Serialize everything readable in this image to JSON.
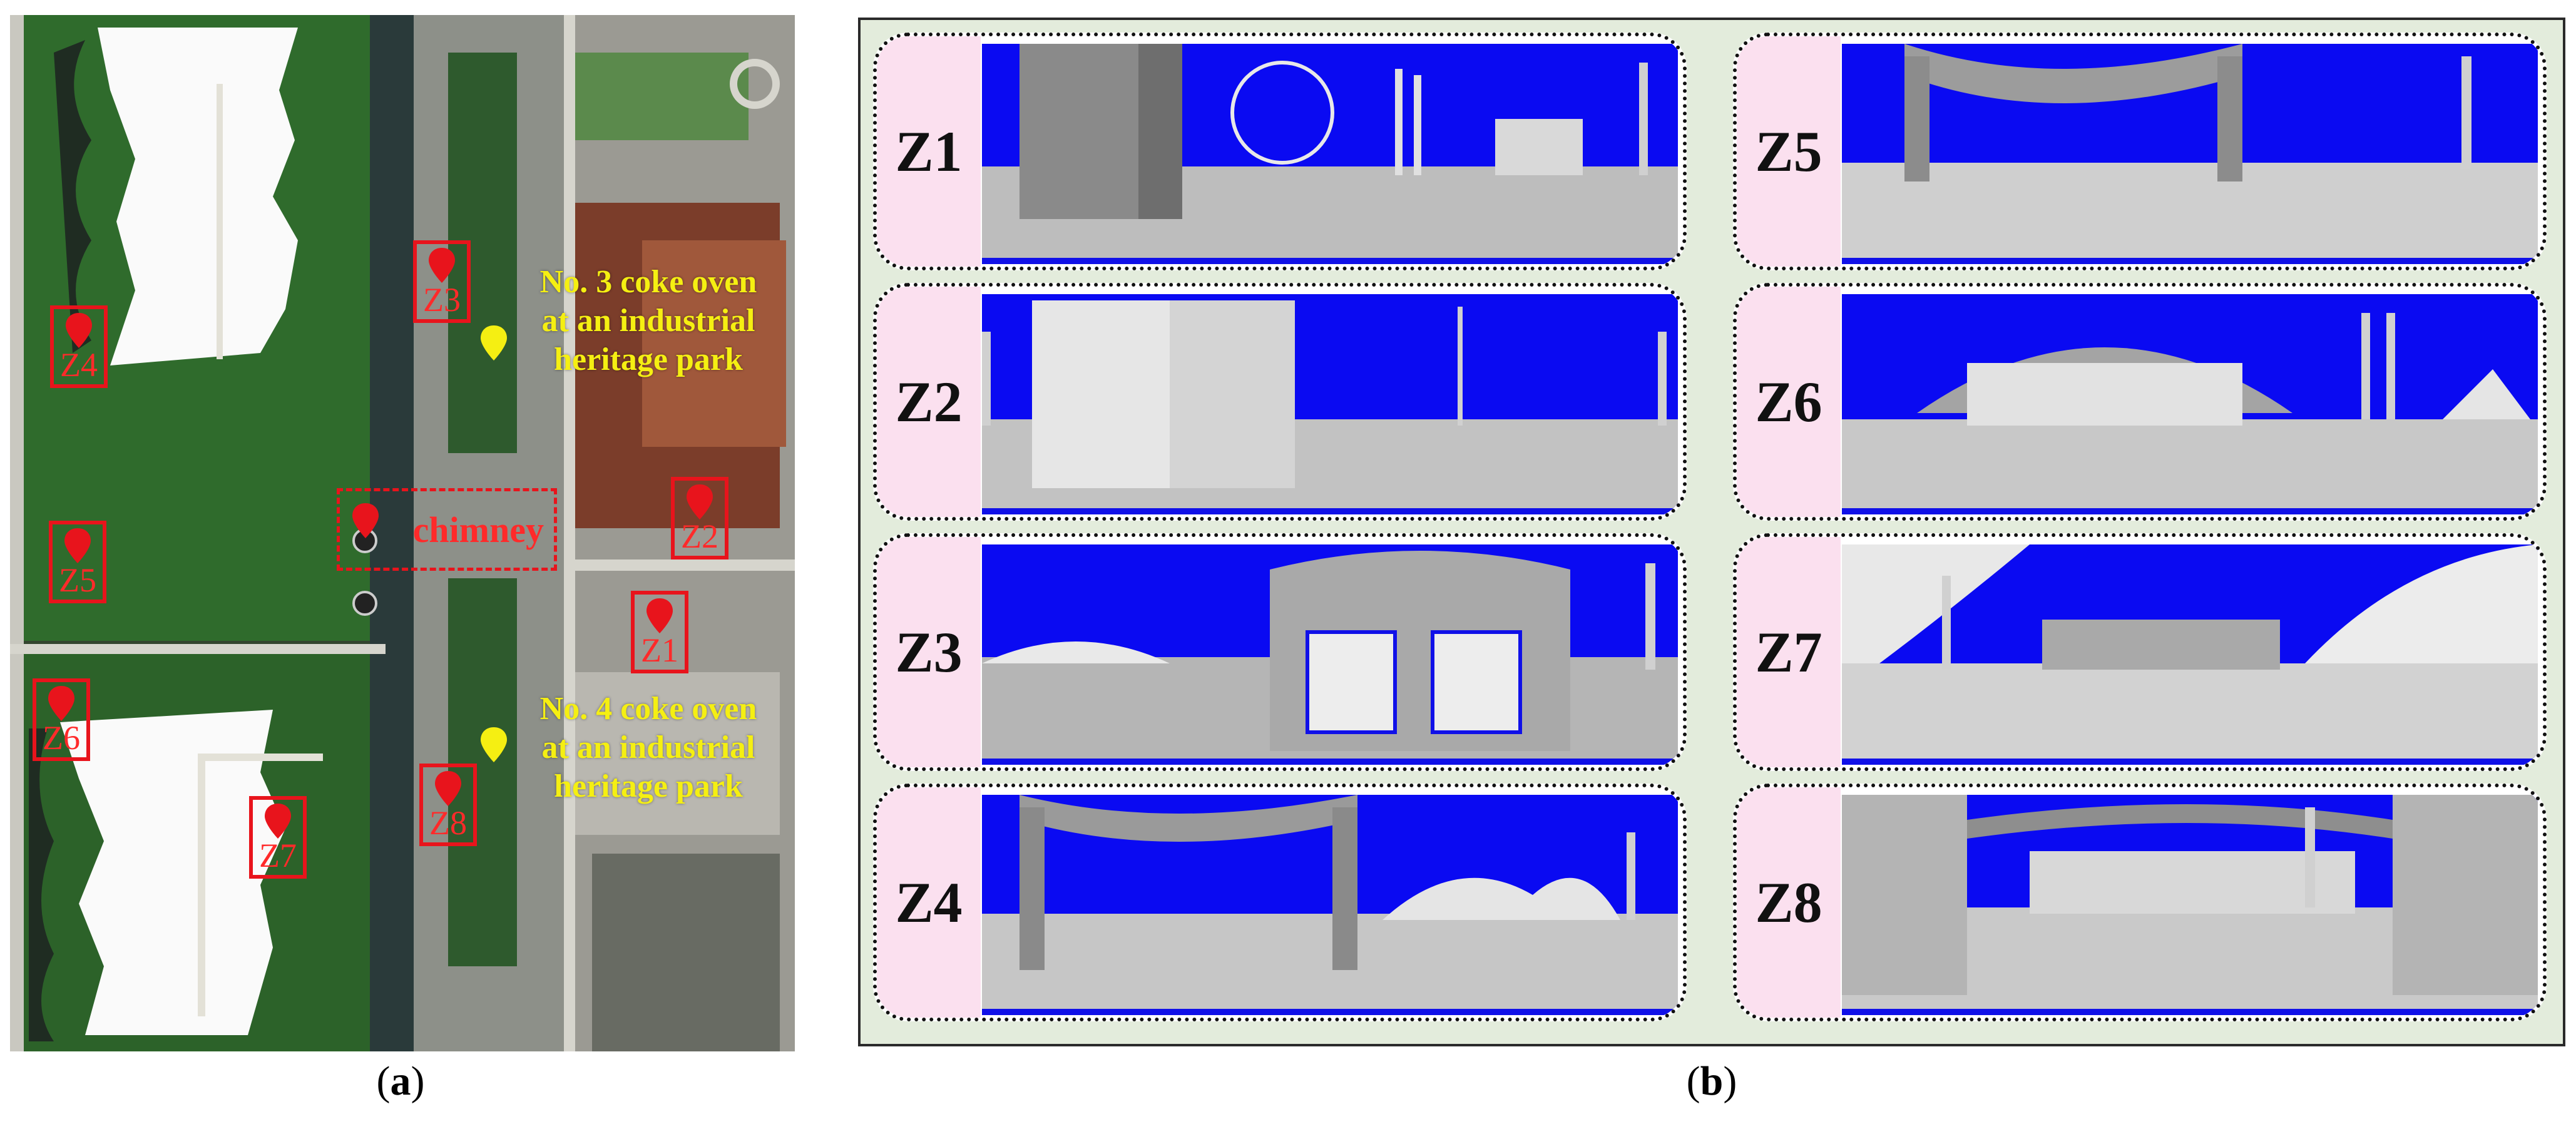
{
  "figure": {
    "panel_a_label": "a",
    "panel_b_label": "b"
  },
  "map": {
    "zones": [
      {
        "id": "Z1",
        "label": "Z1"
      },
      {
        "id": "Z2",
        "label": "Z2"
      },
      {
        "id": "Z3",
        "label": "Z3"
      },
      {
        "id": "Z4",
        "label": "Z4"
      },
      {
        "id": "Z5",
        "label": "Z5"
      },
      {
        "id": "Z6",
        "label": "Z6"
      },
      {
        "id": "Z7",
        "label": "Z7"
      },
      {
        "id": "Z8",
        "label": "Z8"
      }
    ],
    "chimney_label": "chimney",
    "annotation_oven3": [
      "No. 3 coke oven",
      "at an industrial",
      "heritage park"
    ],
    "annotation_oven4": [
      "No. 4 coke oven",
      "at an industrial",
      "heritage park"
    ],
    "colors": {
      "zone_marker": "#e8141c",
      "annotation": "#f5ef12"
    }
  },
  "panoramas": [
    {
      "label": "Z1"
    },
    {
      "label": "Z2"
    },
    {
      "label": "Z3"
    },
    {
      "label": "Z4"
    },
    {
      "label": "Z5"
    },
    {
      "label": "Z6"
    },
    {
      "label": "Z7"
    },
    {
      "label": "Z8"
    }
  ],
  "colors": {
    "sky": "#0a0af2",
    "tag_background": "#fbe0ef",
    "grid_background": "#e3ecdc"
  }
}
